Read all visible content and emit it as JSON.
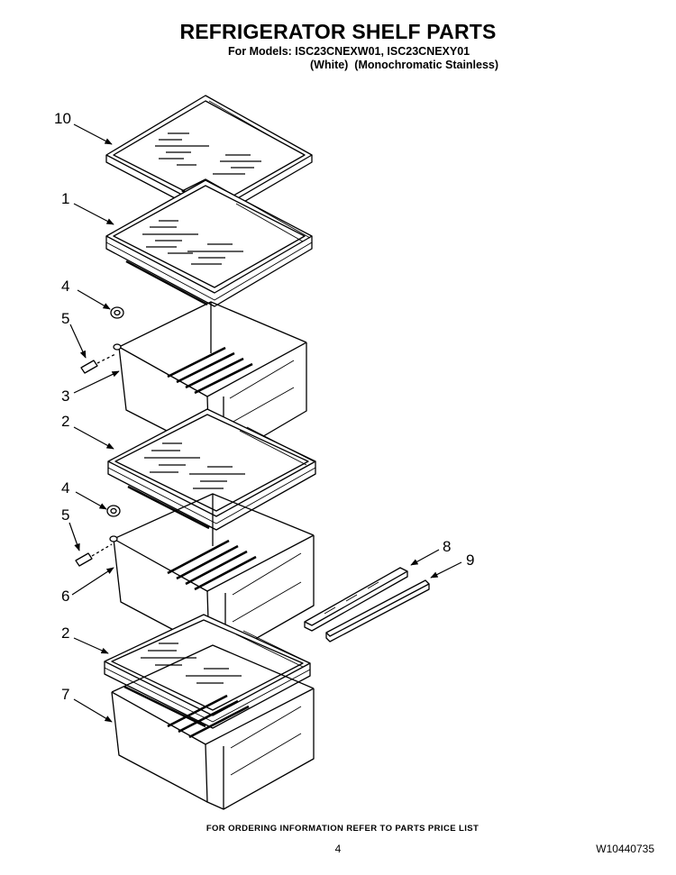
{
  "header": {
    "title": "REFRIGERATOR SHELF PARTS",
    "models": "For Models: ISC23CNEXW01, ISC23CNEXY01",
    "variants": "(White)  (Monochromatic Stainless)"
  },
  "diagram": {
    "callouts": [
      {
        "id": "10",
        "label": "10"
      },
      {
        "id": "1",
        "label": "1"
      },
      {
        "id": "4a",
        "label": "4"
      },
      {
        "id": "5a",
        "label": "5"
      },
      {
        "id": "3",
        "label": "3"
      },
      {
        "id": "2a",
        "label": "2"
      },
      {
        "id": "4b",
        "label": "4"
      },
      {
        "id": "5b",
        "label": "5"
      },
      {
        "id": "6",
        "label": "6"
      },
      {
        "id": "8",
        "label": "8"
      },
      {
        "id": "9",
        "label": "9"
      },
      {
        "id": "2b",
        "label": "2"
      },
      {
        "id": "7",
        "label": "7"
      }
    ]
  },
  "footer": {
    "note": "FOR ORDERING INFORMATION REFER TO PARTS PRICE LIST",
    "page_number": "4",
    "doc_number": "W10440735"
  }
}
